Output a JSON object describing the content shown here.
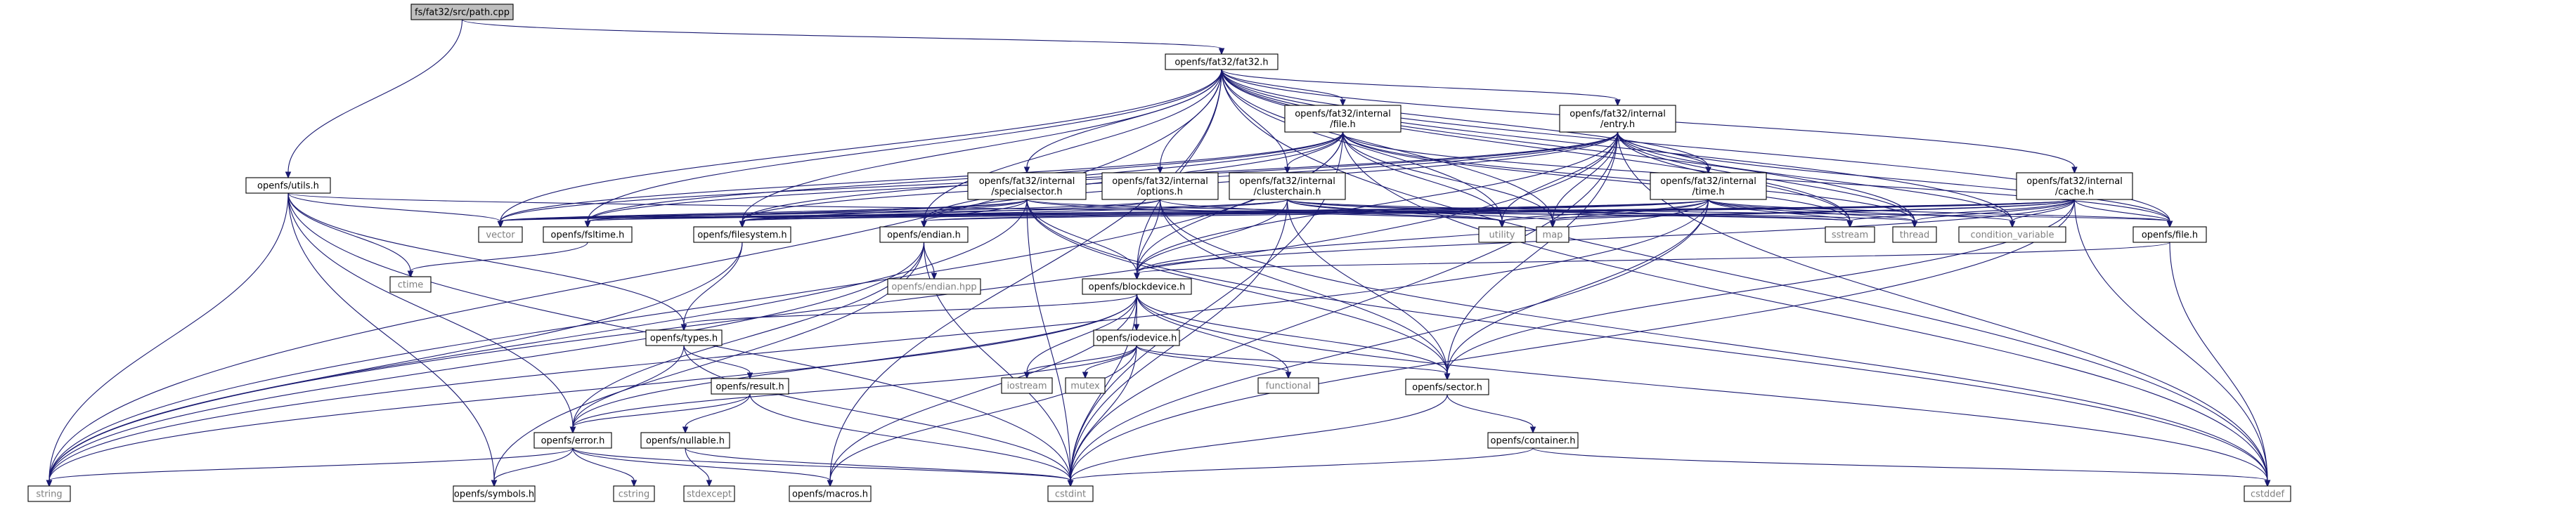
{
  "nodes": [
    {
      "id": "root",
      "lines": [
        "fs/fat32/src/path.cpp"
      ],
      "root": true
    },
    {
      "id": "fat32",
      "lines": [
        "openfs/fat32/fat32.h"
      ]
    },
    {
      "id": "utils",
      "lines": [
        "openfs/utils.h"
      ]
    },
    {
      "id": "ifile",
      "lines": [
        "openfs/fat32/internal",
        "/file.h"
      ]
    },
    {
      "id": "ientry",
      "lines": [
        "openfs/fat32/internal",
        "/entry.h"
      ]
    },
    {
      "id": "ispecial",
      "lines": [
        "openfs/fat32/internal",
        "/specialsector.h"
      ]
    },
    {
      "id": "ioptions",
      "lines": [
        "openfs/fat32/internal",
        "/options.h"
      ]
    },
    {
      "id": "icluster",
      "lines": [
        "openfs/fat32/internal",
        "/clusterchain.h"
      ]
    },
    {
      "id": "itime",
      "lines": [
        "openfs/fat32/internal",
        "/time.h"
      ]
    },
    {
      "id": "icache",
      "lines": [
        "openfs/fat32/internal",
        "/cache.h"
      ]
    },
    {
      "id": "vector",
      "lines": [
        "vector"
      ],
      "system": true
    },
    {
      "id": "fsltime",
      "lines": [
        "openfs/fsltime.h"
      ]
    },
    {
      "id": "filesystem",
      "lines": [
        "openfs/filesystem.h"
      ]
    },
    {
      "id": "endian",
      "lines": [
        "openfs/endian.h"
      ]
    },
    {
      "id": "utility",
      "lines": [
        "utility"
      ],
      "system": true
    },
    {
      "id": "map",
      "lines": [
        "map"
      ],
      "system": true
    },
    {
      "id": "sstream",
      "lines": [
        "sstream"
      ],
      "system": true
    },
    {
      "id": "thread",
      "lines": [
        "thread"
      ],
      "system": true
    },
    {
      "id": "condvar",
      "lines": [
        "condition_variable"
      ],
      "system": true
    },
    {
      "id": "file",
      "lines": [
        "openfs/file.h"
      ]
    },
    {
      "id": "ctime",
      "lines": [
        "ctime"
      ],
      "system": true
    },
    {
      "id": "endianhpp",
      "lines": [
        "openfs/endian.hpp"
      ],
      "system": true
    },
    {
      "id": "blockdevice",
      "lines": [
        "openfs/blockdevice.h"
      ]
    },
    {
      "id": "types",
      "lines": [
        "openfs/types.h"
      ]
    },
    {
      "id": "iodevice",
      "lines": [
        "openfs/iodevice.h"
      ]
    },
    {
      "id": "result",
      "lines": [
        "openfs/result.h"
      ]
    },
    {
      "id": "iostream",
      "lines": [
        "iostream"
      ],
      "system": true
    },
    {
      "id": "mutex",
      "lines": [
        "mutex"
      ],
      "system": true
    },
    {
      "id": "functional",
      "lines": [
        "functional"
      ],
      "system": true
    },
    {
      "id": "sector",
      "lines": [
        "openfs/sector.h"
      ]
    },
    {
      "id": "error",
      "lines": [
        "openfs/error.h"
      ]
    },
    {
      "id": "nullable",
      "lines": [
        "openfs/nullable.h"
      ]
    },
    {
      "id": "container",
      "lines": [
        "openfs/container.h"
      ]
    },
    {
      "id": "string",
      "lines": [
        "string"
      ],
      "system": true
    },
    {
      "id": "symbols",
      "lines": [
        "openfs/symbols.h"
      ]
    },
    {
      "id": "cstring",
      "lines": [
        "cstring"
      ],
      "system": true
    },
    {
      "id": "stdexcept",
      "lines": [
        "stdexcept"
      ],
      "system": true
    },
    {
      "id": "macros",
      "lines": [
        "openfs/macros.h"
      ]
    },
    {
      "id": "cstdint",
      "lines": [
        "cstdint"
      ],
      "system": true
    },
    {
      "id": "cstddef",
      "lines": [
        "cstddef"
      ],
      "system": true
    }
  ],
  "edges": [
    [
      "root",
      "fat32"
    ],
    [
      "root",
      "utils"
    ],
    [
      "fat32",
      "ifile"
    ],
    [
      "fat32",
      "ientry"
    ],
    [
      "fat32",
      "ispecial"
    ],
    [
      "fat32",
      "ioptions"
    ],
    [
      "fat32",
      "icluster"
    ],
    [
      "fat32",
      "itime"
    ],
    [
      "fat32",
      "icache"
    ],
    [
      "fat32",
      "vector"
    ],
    [
      "fat32",
      "fsltime"
    ],
    [
      "fat32",
      "filesystem"
    ],
    [
      "fat32",
      "endian"
    ],
    [
      "fat32",
      "utility"
    ],
    [
      "fat32",
      "map"
    ],
    [
      "fat32",
      "sstream"
    ],
    [
      "fat32",
      "thread"
    ],
    [
      "fat32",
      "condvar"
    ],
    [
      "fat32",
      "file"
    ],
    [
      "fat32",
      "blockdevice"
    ],
    [
      "fat32",
      "string"
    ],
    [
      "fat32",
      "cstddef"
    ],
    [
      "fat32",
      "macros"
    ],
    [
      "utils",
      "vector"
    ],
    [
      "utils",
      "ctime"
    ],
    [
      "utils",
      "types"
    ],
    [
      "utils",
      "error"
    ],
    [
      "utils",
      "string"
    ],
    [
      "utils",
      "symbols"
    ],
    [
      "utils",
      "cstdint"
    ],
    [
      "utils",
      "sstream"
    ],
    [
      "ifile",
      "vector"
    ],
    [
      "ifile",
      "fsltime"
    ],
    [
      "ifile",
      "filesystem"
    ],
    [
      "ifile",
      "endian"
    ],
    [
      "ifile",
      "utility"
    ],
    [
      "ifile",
      "map"
    ],
    [
      "ifile",
      "sstream"
    ],
    [
      "ifile",
      "thread"
    ],
    [
      "ifile",
      "icluster"
    ],
    [
      "ifile",
      "blockdevice"
    ],
    [
      "ifile",
      "string"
    ],
    [
      "ifile",
      "cstdint"
    ],
    [
      "ifile",
      "cstddef"
    ],
    [
      "ifile",
      "file"
    ],
    [
      "ientry",
      "vector"
    ],
    [
      "ientry",
      "fsltime"
    ],
    [
      "ientry",
      "filesystem"
    ],
    [
      "ientry",
      "endian"
    ],
    [
      "ientry",
      "utility"
    ],
    [
      "ientry",
      "map"
    ],
    [
      "ientry",
      "sstream"
    ],
    [
      "ientry",
      "thread"
    ],
    [
      "ientry",
      "condvar"
    ],
    [
      "ientry",
      "itime"
    ],
    [
      "ientry",
      "blockdevice"
    ],
    [
      "ientry",
      "sector"
    ],
    [
      "ientry",
      "file"
    ],
    [
      "ientry",
      "string"
    ],
    [
      "ientry",
      "cstdint"
    ],
    [
      "ientry",
      "cstddef"
    ],
    [
      "ispecial",
      "vector"
    ],
    [
      "ispecial",
      "fsltime"
    ],
    [
      "ispecial",
      "filesystem"
    ],
    [
      "ispecial",
      "endian"
    ],
    [
      "ispecial",
      "blockdevice"
    ],
    [
      "ispecial",
      "sector"
    ],
    [
      "ispecial",
      "string"
    ],
    [
      "ispecial",
      "cstdint"
    ],
    [
      "ispecial",
      "sstream"
    ],
    [
      "ispecial",
      "utility"
    ],
    [
      "ispecial",
      "cstddef"
    ],
    [
      "ioptions",
      "vector"
    ],
    [
      "ioptions",
      "filesystem"
    ],
    [
      "ioptions",
      "blockdevice"
    ],
    [
      "ioptions",
      "utility"
    ],
    [
      "ioptions",
      "sector"
    ],
    [
      "ioptions",
      "cstddef"
    ],
    [
      "icluster",
      "vector"
    ],
    [
      "icluster",
      "filesystem"
    ],
    [
      "icluster",
      "utility"
    ],
    [
      "icluster",
      "map"
    ],
    [
      "icluster",
      "sstream"
    ],
    [
      "icluster",
      "thread"
    ],
    [
      "icluster",
      "blockdevice"
    ],
    [
      "icluster",
      "sector"
    ],
    [
      "icluster",
      "cstdint"
    ],
    [
      "icluster",
      "file"
    ],
    [
      "itime",
      "vector"
    ],
    [
      "itime",
      "fsltime"
    ],
    [
      "itime",
      "filesystem"
    ],
    [
      "itime",
      "endian"
    ],
    [
      "itime",
      "utility"
    ],
    [
      "itime",
      "map"
    ],
    [
      "itime",
      "sstream"
    ],
    [
      "itime",
      "thread"
    ],
    [
      "itime",
      "condvar"
    ],
    [
      "itime",
      "blockdevice"
    ],
    [
      "itime",
      "sector"
    ],
    [
      "itime",
      "string"
    ],
    [
      "itime",
      "cstdint"
    ],
    [
      "itime",
      "file"
    ],
    [
      "icache",
      "vector"
    ],
    [
      "icache",
      "fsltime"
    ],
    [
      "icache",
      "filesystem"
    ],
    [
      "icache",
      "endian"
    ],
    [
      "icache",
      "utility"
    ],
    [
      "icache",
      "map"
    ],
    [
      "icache",
      "sstream"
    ],
    [
      "icache",
      "thread"
    ],
    [
      "icache",
      "condvar"
    ],
    [
      "icache",
      "blockdevice"
    ],
    [
      "icache",
      "sector"
    ],
    [
      "icache",
      "file"
    ],
    [
      "icache",
      "cstdint"
    ],
    [
      "icache",
      "cstddef"
    ],
    [
      "fsltime",
      "ctime"
    ],
    [
      "filesystem",
      "types"
    ],
    [
      "filesystem",
      "string"
    ],
    [
      "endian",
      "endianhpp"
    ],
    [
      "endian",
      "cstdint"
    ],
    [
      "endian",
      "error"
    ],
    [
      "endian",
      "symbols"
    ],
    [
      "endian",
      "string"
    ],
    [
      "file",
      "cstddef"
    ],
    [
      "file",
      "blockdevice"
    ],
    [
      "blockdevice",
      "types"
    ],
    [
      "blockdevice",
      "iodevice"
    ],
    [
      "blockdevice",
      "sector"
    ],
    [
      "blockdevice",
      "iostream"
    ],
    [
      "blockdevice",
      "functional"
    ],
    [
      "blockdevice",
      "error"
    ],
    [
      "blockdevice",
      "string"
    ],
    [
      "blockdevice",
      "cstdint"
    ],
    [
      "blockdevice",
      "cstddef"
    ],
    [
      "blockdevice",
      "macros"
    ],
    [
      "types",
      "result"
    ],
    [
      "types",
      "error"
    ],
    [
      "types",
      "cstdint"
    ],
    [
      "iodevice",
      "iostream"
    ],
    [
      "iodevice",
      "mutex"
    ],
    [
      "iodevice",
      "functional"
    ],
    [
      "iodevice",
      "sector"
    ],
    [
      "iodevice",
      "error"
    ],
    [
      "iodevice",
      "cstdint"
    ],
    [
      "iodevice",
      "macros"
    ],
    [
      "result",
      "error"
    ],
    [
      "result",
      "nullable"
    ],
    [
      "result",
      "cstdint"
    ],
    [
      "sector",
      "container"
    ],
    [
      "sector",
      "cstdint"
    ],
    [
      "error",
      "string"
    ],
    [
      "error",
      "symbols"
    ],
    [
      "error",
      "cstring"
    ],
    [
      "error",
      "macros"
    ],
    [
      "error",
      "cstdint"
    ],
    [
      "nullable",
      "stdexcept"
    ],
    [
      "nullable",
      "cstdint"
    ],
    [
      "container",
      "cstddef"
    ],
    [
      "container",
      "cstdint"
    ]
  ]
}
